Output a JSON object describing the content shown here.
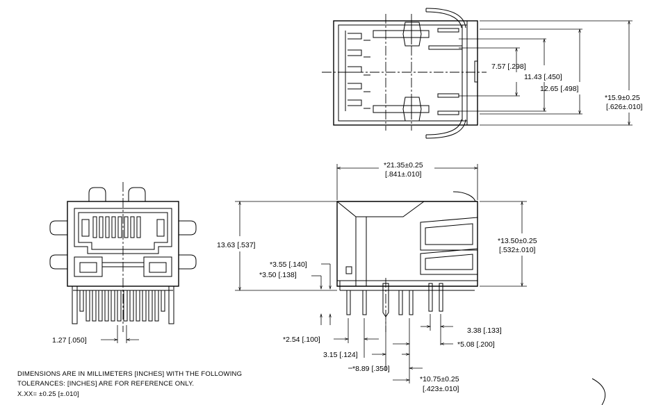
{
  "top_view": {
    "dim_7_57": "7.57 [.298]",
    "dim_11_43": "11.43 [.450]",
    "dim_12_65": "12.65 [.498]",
    "dim_15_9_a": "*15.9±0.25",
    "dim_15_9_b": "[.626±.010]"
  },
  "front_view": {
    "dim_1_27": "1.27 [.050]"
  },
  "side_view": {
    "dim_21_35_a": "*21.35±0.25",
    "dim_21_35_b": "[.841±.010]",
    "dim_13_63": "13.63 [.537]",
    "dim_13_50_a": "*13.50±0.25",
    "dim_13_50_b": "[.532±.010]",
    "dim_3_55": "*3.55 [.140]",
    "dim_3_50": "*3.50 [.138]",
    "dim_2_54": "*2.54 [.100]",
    "dim_3_15": "3.15 [.124]",
    "dim_8_89": "*8.89 [.350]",
    "dim_3_38": "3.38 [.133]",
    "dim_5_08": "*5.08 [.200]",
    "dim_10_75_a": "*10.75±0.25",
    "dim_10_75_b": "[.423±.010]"
  },
  "notes": {
    "line1": "DIMENSIONS ARE IN MILLIMETERS [INCHES] WITH THE FOLLOWING",
    "line2": "TOLERANCES:  [INCHES] ARE FOR REFERENCE ONLY.",
    "line3": "X.XX=  ±0.25  [±.010]"
  }
}
